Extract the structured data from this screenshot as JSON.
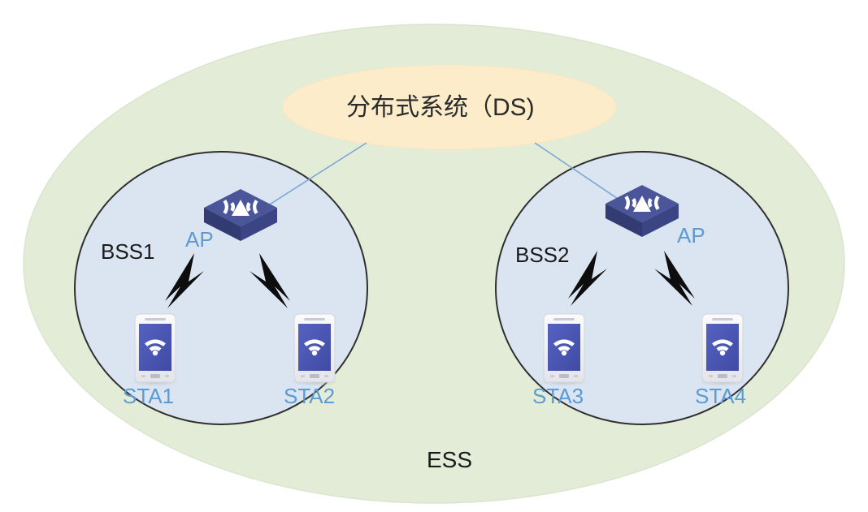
{
  "diagram": {
    "title_text": "分布式系统（DS)",
    "ess_label": "ESS",
    "bss1_label": "BSS1",
    "bss2_label": "BSS2",
    "ap1_label": "AP",
    "ap2_label": "AP",
    "sta1_label": "STA1",
    "sta2_label": "STA2",
    "sta3_label": "STA3",
    "sta4_label": "STA4",
    "colors": {
      "ess_fill": "#e3ecd6",
      "ess_stroke": "#d4e0c4",
      "ds_fill": "#fcecca",
      "ds_stroke": "#fcecca",
      "bss_fill": "#dbe5f1",
      "bss_stroke": "#2f2f2f",
      "ap_top": "#4a5699",
      "ap_side": "#323c73",
      "ap_front": "#3b4583",
      "phone_body": "#f3f4f6",
      "phone_screen": "#4a57b4",
      "link_line": "#7ba7d7",
      "bolt": "#0d0d0d",
      "label_blue": "#5b9bd5",
      "label_black": "#1a1a1a"
    }
  }
}
